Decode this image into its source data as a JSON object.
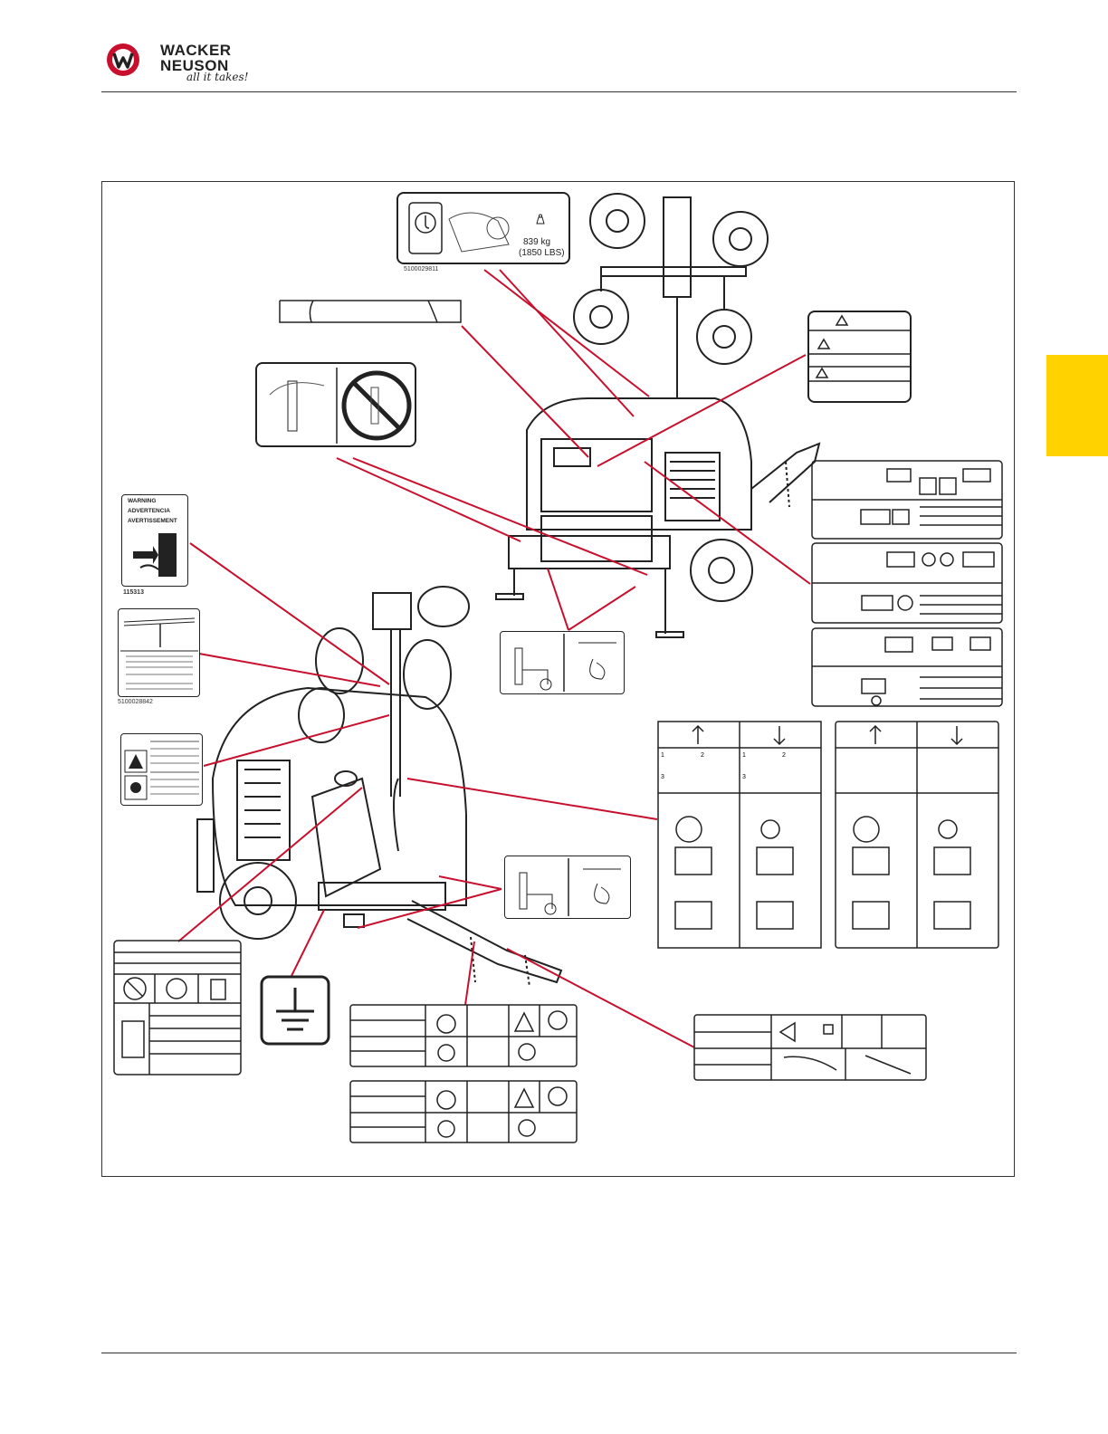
{
  "brand": {
    "line1": "WACKER",
    "line2": "NEUSON",
    "tagline": "all it takes!"
  },
  "decals": {
    "lift_weight": "839 kg",
    "lift_weight_lbs": "(1850 LBS)",
    "lift_part_no": "5100029811",
    "crush_warning_1": "WARNING",
    "crush_warning_2": "ADVERTENCIA",
    "crush_warning_3": "AVERTISSEMENT",
    "crush_part_no": "115313",
    "overhead_part_no": "5100028842",
    "panel_up_numbers": [
      "1",
      "2",
      "3"
    ],
    "panel_down_numbers": [
      "1",
      "2",
      "3"
    ]
  },
  "colors": {
    "leader": "#c8102e",
    "tab": "#ffd200",
    "ink": "#222222"
  }
}
